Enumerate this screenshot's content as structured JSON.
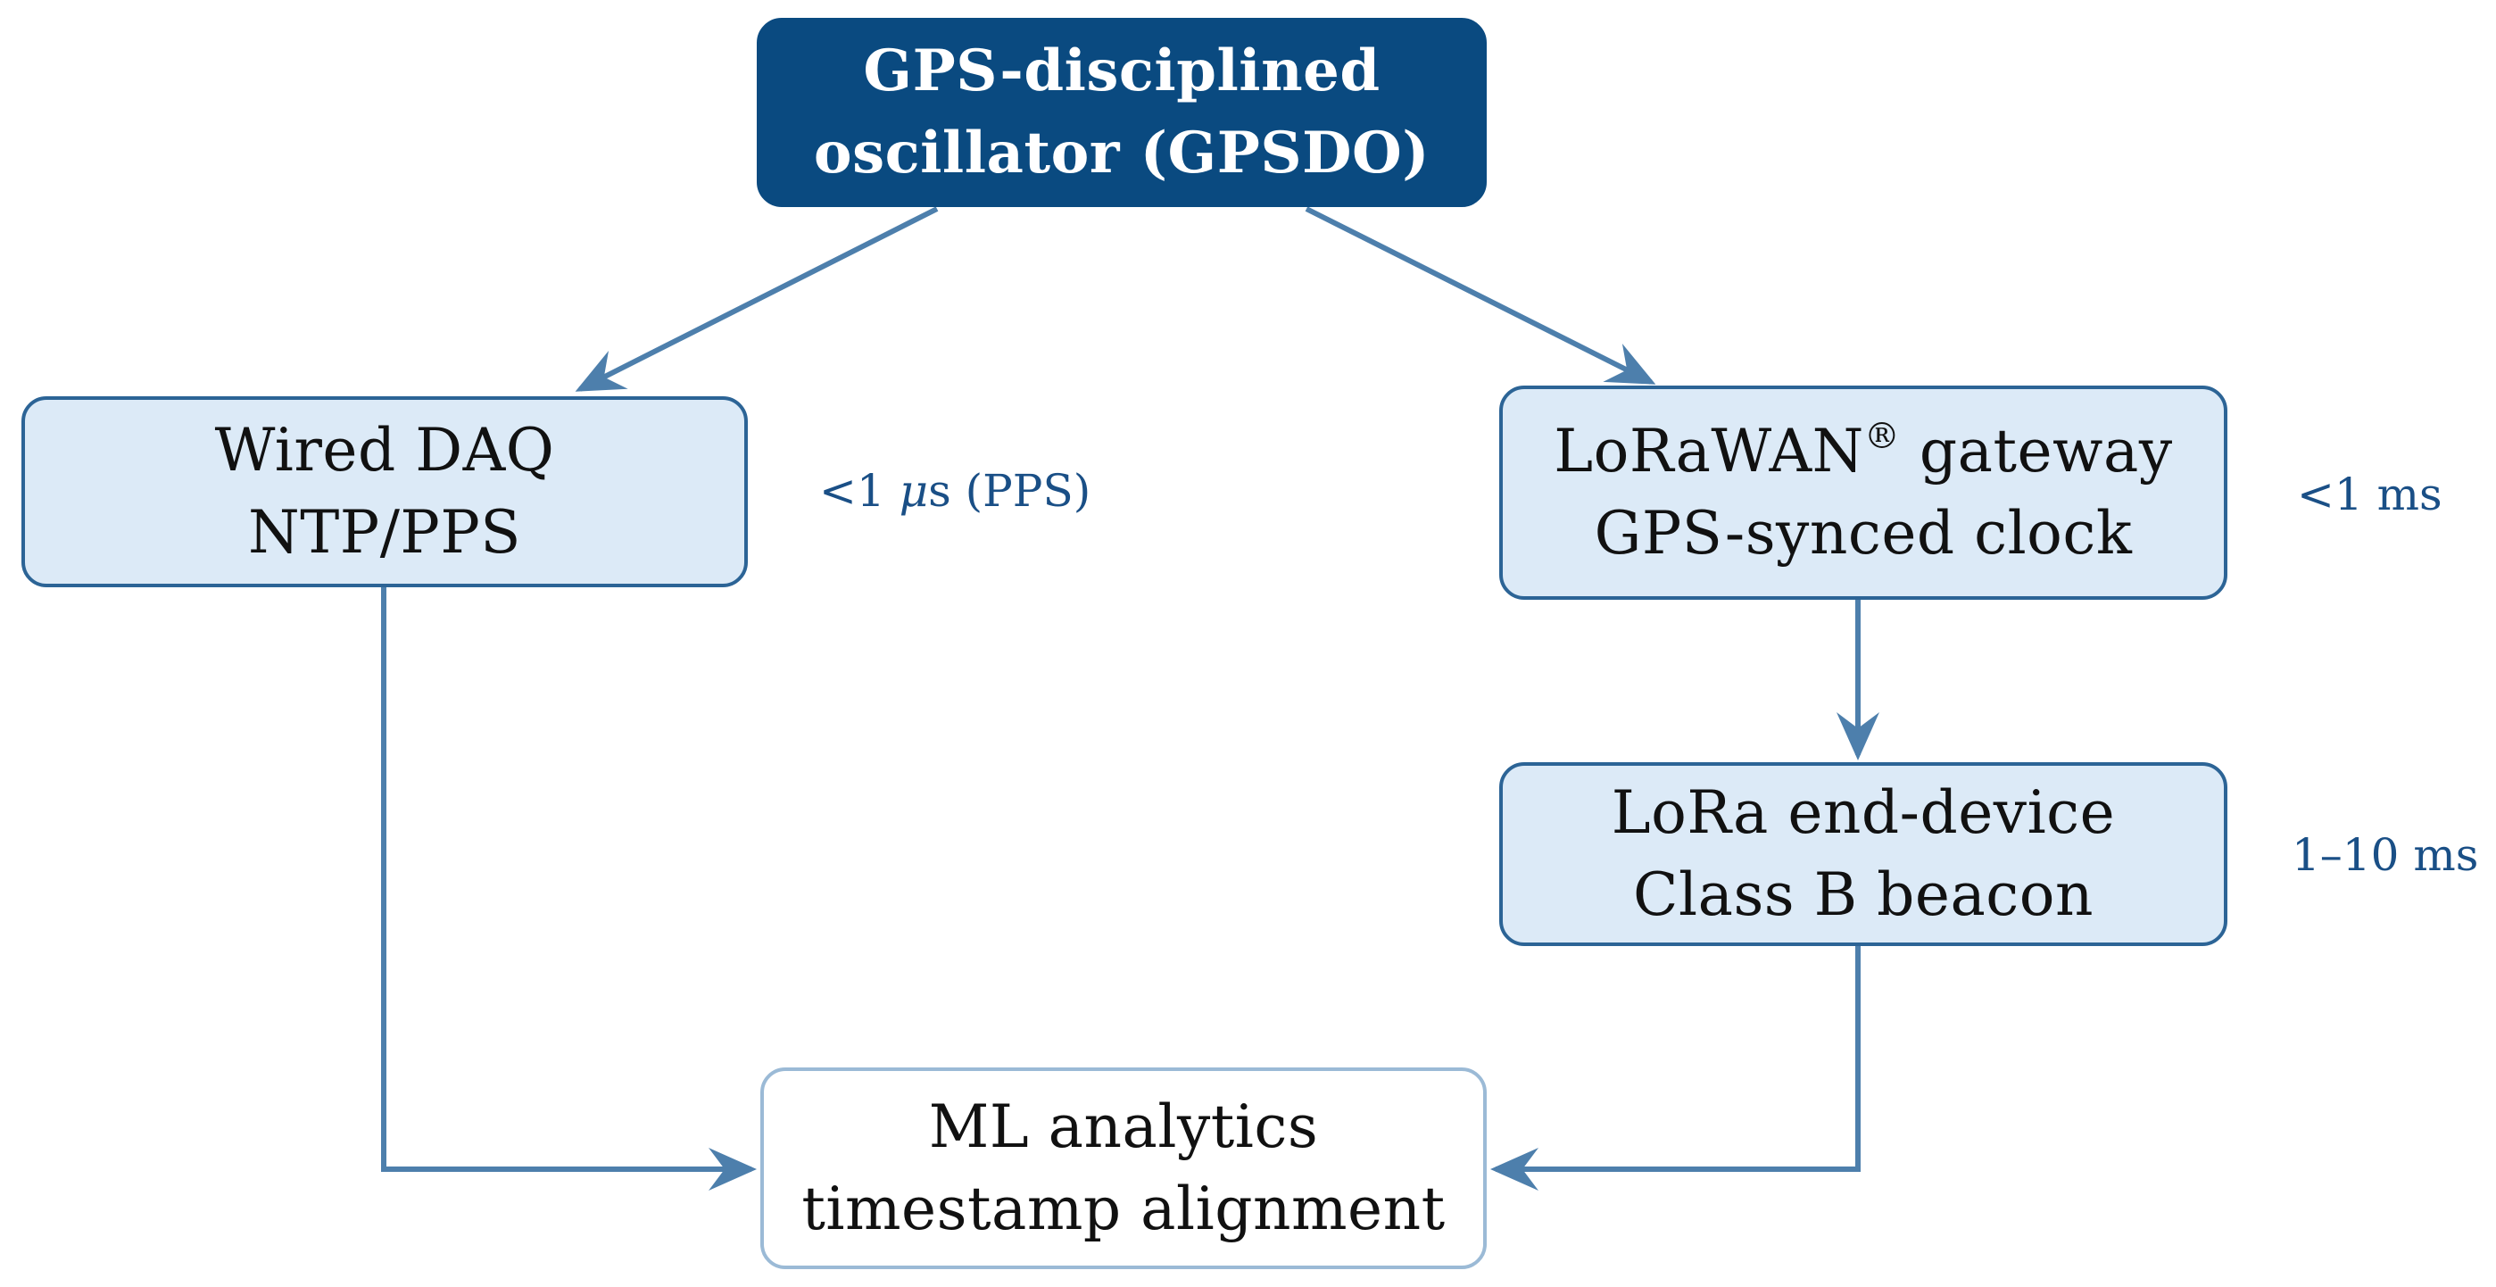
{
  "nodes": {
    "gpsdo": {
      "line1": "GPS-disciplined",
      "line2": "oscillator (GPSDO)"
    },
    "wired_daq": {
      "line1": "Wired DAQ",
      "line2": "NTP/PPS"
    },
    "gateway": {
      "line1_name": "LoRaWAN",
      "line1_mark": "®",
      "line1_rest": " gateway",
      "line2": "GPS-synced clock"
    },
    "end_device": {
      "line1": "LoRa end-device",
      "line2": "Class B beacon"
    },
    "ml": {
      "line1": "ML analytics",
      "line2": "timestamp alignment"
    }
  },
  "latency": {
    "wired": {
      "prefix": "<1 ",
      "unit_symbol": "μ",
      "suffix": "s (PPS)"
    },
    "gateway": "<1 ms",
    "end_device": "1–10 ms"
  },
  "colors": {
    "dark_node": "#0a4a80",
    "light_node": "#dceaf7",
    "node_border": "#2c6496",
    "arrow": "#4d7fac",
    "latency_text": "#1a4f86",
    "output_border": "#9bbad6"
  }
}
